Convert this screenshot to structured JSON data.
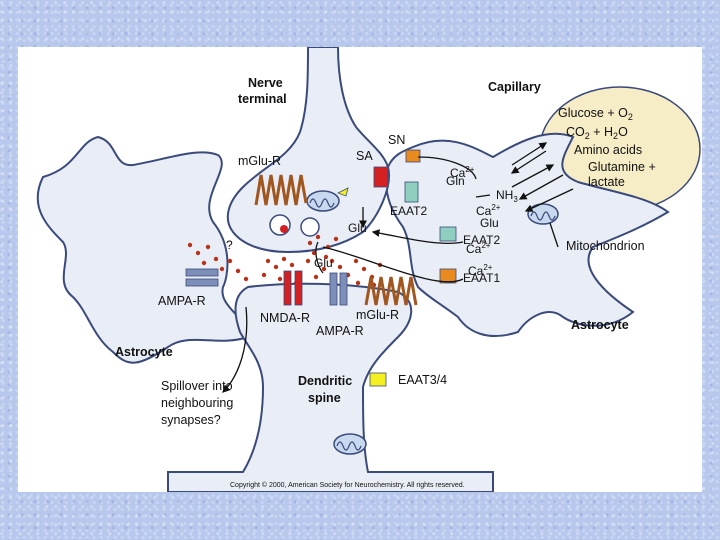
{
  "labels": {
    "nerve_terminal_1": "Nerve",
    "nerve_terminal_2": "terminal",
    "capillary": "Capillary",
    "glucose_o2": "Glucose + O",
    "glucose_o2_sub": "2",
    "co2_h2o_a": "CO",
    "co2_h2o_b": "2",
    "co2_h2o_c": " + H",
    "co2_h2o_d": "2",
    "co2_h2o_e": "O",
    "amino_acids": "Amino acids",
    "glutamine_lactate_1": "Glutamine +",
    "glutamine_lactate_2": "lactate",
    "sn": "SN",
    "sa": "SA",
    "mglu_r_top": "mGlu-R",
    "gln": "Gln",
    "ca2_1": "Ca",
    "ca2_sup": "2+",
    "nh3_a": "NH",
    "nh3_b": "3",
    "eaat2_top": "EAAT2",
    "glu_terminal": "Glu",
    "question": "?",
    "glu_astro": "Glu",
    "ca2_2": "Ca",
    "eaat2_right": "EAAT2",
    "ca2_3": "Ca",
    "mitochondrion": "Mitochondrion",
    "ca2_4": "Ca",
    "eaat1": "EAAT1",
    "glu_cleft": "Glu",
    "ampa_r_left": "AMPA-R",
    "nmda_r": "NMDA-R",
    "mglu_r_bottom": "mGlu-R",
    "ampa_r_bottom": "AMPA-R",
    "astrocyte_right": "Astrocyte",
    "astrocyte_left": "Astrocyte",
    "spillover_1": "Spillover into",
    "spillover_2": "neighbouring",
    "spillover_3": "synapses?",
    "dendritic_1": "Dendritic",
    "dendritic_2": "spine",
    "eaat34": "EAAT3/4",
    "copyright": "Copyright © 2000, American Society for Neurochemistry. All rights reserved."
  },
  "colors": {
    "cell_fill": "#e9edf5",
    "outline": "#3a4a7a",
    "capillary_fill": "#f6edc6",
    "sn_orange": "#e88a1e",
    "sa_red": "#d42020",
    "eaat2_teal": "#8ecfc0",
    "eaat34_yellow": "#f4f020",
    "glu_dot": "#b8321a",
    "receptor_blue": "#7d8fb8",
    "nmda_red": "#d42020",
    "mglu_brown": "#a0561e"
  }
}
